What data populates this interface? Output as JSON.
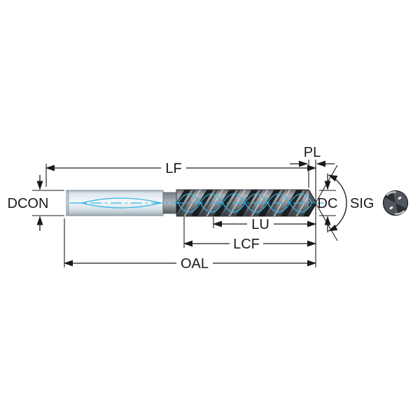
{
  "diagram": {
    "labels": {
      "lf": "LF",
      "pl": "PL",
      "dcon": "DCON",
      "dc": "DC",
      "sig": "SIG",
      "lu": "LU",
      "lcf": "LCF",
      "oal": "OAL"
    },
    "colors": {
      "accent": "#35b5e5",
      "dimension_ink": "#1a1a1a",
      "background": "#ffffff"
    }
  }
}
